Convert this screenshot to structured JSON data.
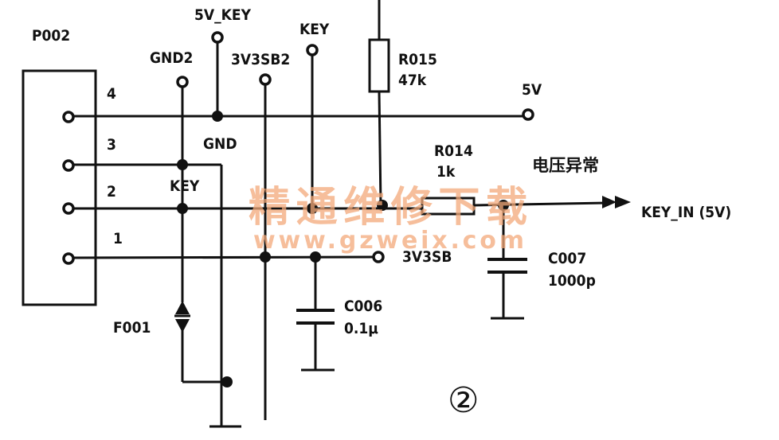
{
  "connector": {
    "name": "P002",
    "pins": [
      "4",
      "3",
      "2",
      "1"
    ]
  },
  "nets": {
    "five_v_key": "5V_KEY",
    "gnd2": "GND2",
    "three_v3sb2": "3V3SB2",
    "key_top": "KEY",
    "gnd": "GND",
    "key_mid": "KEY",
    "five_v": "5V",
    "three_v3sb": "3V3SB",
    "key_in": "KEY_IN (5V)"
  },
  "components": {
    "r015": {
      "ref": "R015",
      "value": "47k"
    },
    "r014": {
      "ref": "R014",
      "value": "1k"
    },
    "c006": {
      "ref": "C006",
      "value": "0.1μ"
    },
    "c007": {
      "ref": "C007",
      "value": "1000p"
    },
    "f001": {
      "ref": "F001"
    }
  },
  "annotation": "电压异常",
  "figure_number": "②",
  "watermark": {
    "line1": "精通维修下载",
    "line2": "www.gzweix.com"
  }
}
